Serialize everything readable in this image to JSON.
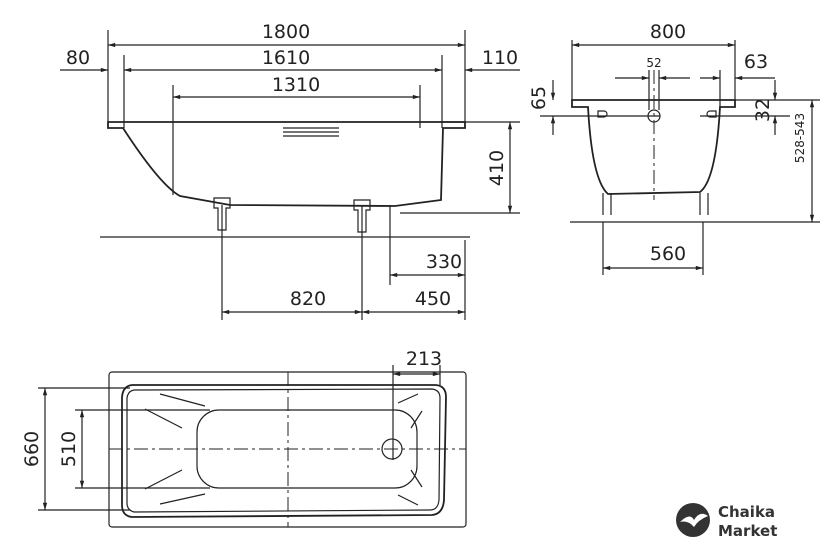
{
  "side_view": {
    "d_1800": "1800",
    "d_1610": "1610",
    "d_1310": "1310",
    "d_80": "80",
    "d_110": "110",
    "d_410": "410",
    "d_330": "330",
    "d_820": "820",
    "d_450": "450"
  },
  "end_view": {
    "d_800": "800",
    "d_52": "52",
    "d_63": "63",
    "d_65": "65",
    "d_32": "32",
    "d_528_543": "528-543",
    "d_560": "560"
  },
  "plan_view": {
    "d_213": "213",
    "d_660": "660",
    "d_510": "510"
  },
  "logo": {
    "line1": "Chaika",
    "line2": "Market"
  }
}
